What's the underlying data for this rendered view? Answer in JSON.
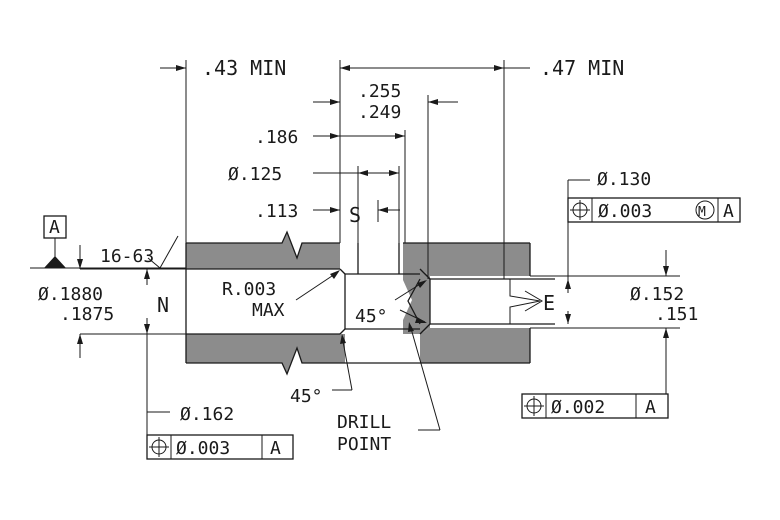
{
  "dims": {
    "left_min": ".43 MIN",
    "right_min": ".47 MIN",
    "tol_upper": ".255",
    "tol_lower": ".249",
    "d186": ".186",
    "d125": "Ø.125",
    "d113": ".113",
    "s_label": "S",
    "finish": "16-63",
    "datum": "A",
    "dia_big_upper": "Ø.1880",
    "dia_big_lower": ".1875",
    "n_label": "N",
    "radius_line1": "R.003",
    "radius_line2": "MAX",
    "angle_inner": "45°",
    "e_label": "E",
    "dia_small_upper": "Ø.152",
    "dia_small_lower": ".151",
    "angle_bottom": "45°",
    "drill_line1": "DRILL",
    "drill_line2": "POINT",
    "d162": "Ø.162",
    "d130": "Ø.130"
  },
  "fcf": {
    "top": {
      "symbol": "⌖",
      "tolerance": "Ø.003",
      "modifier": "M",
      "datum": "A"
    },
    "right": {
      "symbol": "⌖",
      "tolerance": "Ø.002",
      "datum": "A"
    },
    "bottom": {
      "symbol": "⌖",
      "tolerance": "Ø.003",
      "datum": "A"
    }
  }
}
